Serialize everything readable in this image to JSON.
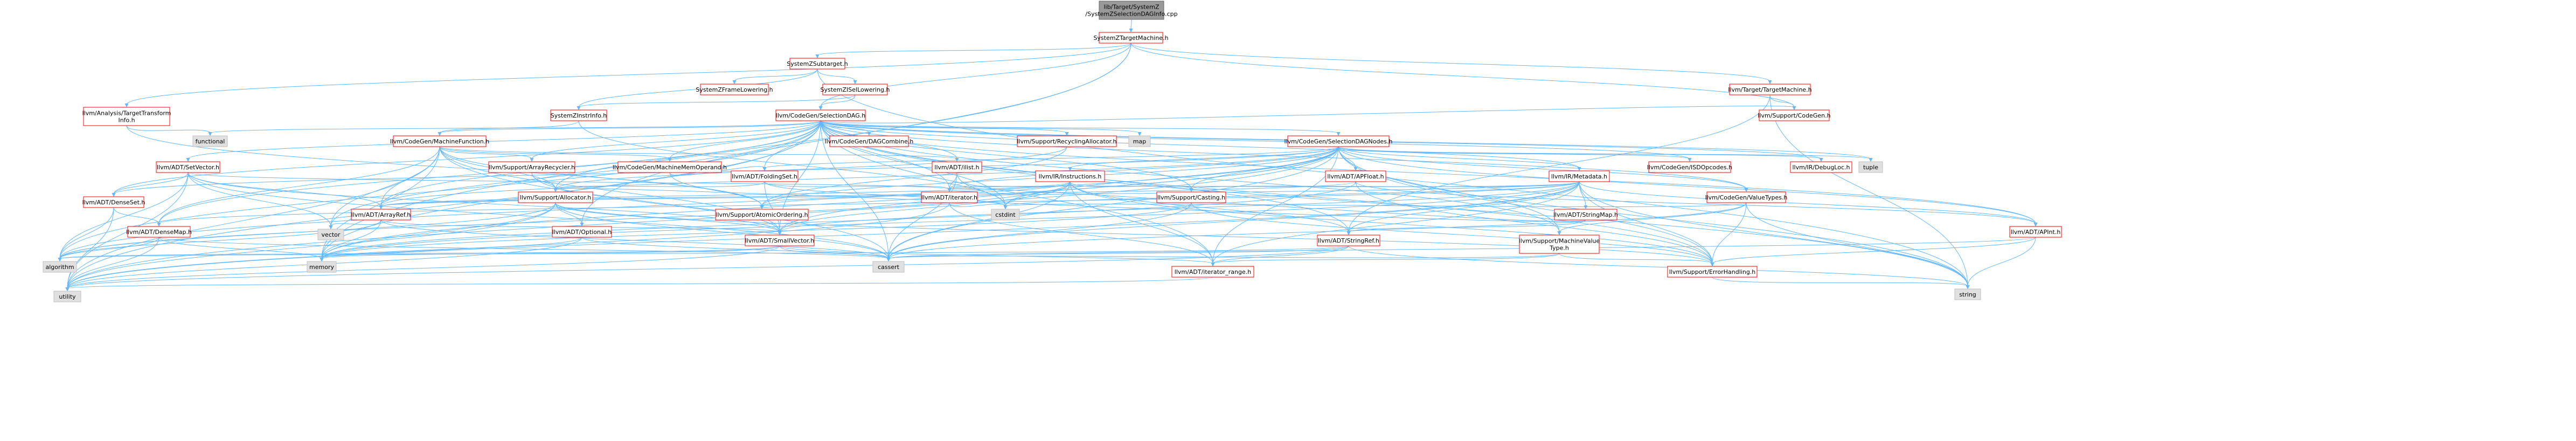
{
  "diagram": {
    "colors": {
      "edge": "#63b8ff",
      "root_fill": "#999999",
      "root_border": "#666666",
      "node_fill": "#ffffff",
      "node_border_local": "#ff0000",
      "node_border_system": "#bfbfbf",
      "node_text": "#000000",
      "system_fill": "#e0e0e0"
    },
    "nodes": [
      {
        "id": "root",
        "lines": [
          "lib/Target/SystemZ",
          "/SystemZSelectionDAGInfo.cpp"
        ],
        "kind": "root"
      },
      {
        "id": "tm",
        "lines": [
          "SystemZTargetMachine.h"
        ],
        "kind": "local"
      },
      {
        "id": "subtarget",
        "lines": [
          "SystemZSubtarget.h"
        ],
        "kind": "local"
      },
      {
        "id": "frame",
        "lines": [
          "SystemZFrameLowering.h"
        ],
        "kind": "local"
      },
      {
        "id": "isel",
        "lines": [
          "SystemZISelLowering.h"
        ],
        "kind": "local"
      },
      {
        "id": "instrinfo",
        "lines": [
          "SystemZInstrInfo.h"
        ],
        "kind": "local"
      },
      {
        "id": "tti",
        "lines": [
          "llvm/Analysis/TargetTransform",
          "Info.h"
        ],
        "kind": "local"
      },
      {
        "id": "ttm",
        "lines": [
          "llvm/Target/TargetMachine.h"
        ],
        "kind": "local"
      },
      {
        "id": "codegen",
        "lines": [
          "llvm/Support/CodeGen.h"
        ],
        "kind": "local"
      },
      {
        "id": "seldag",
        "lines": [
          "llvm/CodeGen/SelectionDAG.h"
        ],
        "kind": "local"
      },
      {
        "id": "functional",
        "lines": [
          "functional"
        ],
        "kind": "system"
      },
      {
        "id": "mf",
        "lines": [
          "llvm/CodeGen/MachineFunction.h"
        ],
        "kind": "local"
      },
      {
        "id": "dagcombine",
        "lines": [
          "llvm/CodeGen/DAGCombine.h"
        ],
        "kind": "local"
      },
      {
        "id": "recycling",
        "lines": [
          "llvm/Support/RecyclingAllocator.h"
        ],
        "kind": "local"
      },
      {
        "id": "map",
        "lines": [
          "map"
        ],
        "kind": "system"
      },
      {
        "id": "sdnodes",
        "lines": [
          "llvm/CodeGen/SelectionDAGNodes.h"
        ],
        "kind": "local"
      },
      {
        "id": "setvector",
        "lines": [
          "llvm/ADT/SetVector.h"
        ],
        "kind": "local"
      },
      {
        "id": "arrayrecycler",
        "lines": [
          "llvm/Support/ArrayRecycler.h"
        ],
        "kind": "local"
      },
      {
        "id": "mmo",
        "lines": [
          "llvm/CodeGen/MachineMemOperand.h"
        ],
        "kind": "local"
      },
      {
        "id": "ilist",
        "lines": [
          "llvm/ADT/ilist.h"
        ],
        "kind": "local"
      },
      {
        "id": "foldingset",
        "lines": [
          "llvm/ADT/FoldingSet.h"
        ],
        "kind": "local"
      },
      {
        "id": "instructions",
        "lines": [
          "llvm/IR/Instructions.h"
        ],
        "kind": "local"
      },
      {
        "id": "apfloat",
        "lines": [
          "llvm/ADT/APFloat.h"
        ],
        "kind": "local"
      },
      {
        "id": "metadata",
        "lines": [
          "llvm/IR/Metadata.h"
        ],
        "kind": "local"
      },
      {
        "id": "isdopcodes",
        "lines": [
          "llvm/CodeGen/ISDOpcodes.h"
        ],
        "kind": "local"
      },
      {
        "id": "debugloc",
        "lines": [
          "llvm/IR/DebugLoc.h"
        ],
        "kind": "local"
      },
      {
        "id": "tuple",
        "lines": [
          "tuple"
        ],
        "kind": "system"
      },
      {
        "id": "densesetn",
        "lines": [
          "llvm/ADT/DenseSet.h"
        ],
        "kind": "local"
      },
      {
        "id": "arrayref",
        "lines": [
          "llvm/ADT/ArrayRef.h"
        ],
        "kind": "local"
      },
      {
        "id": "allocator",
        "lines": [
          "llvm/Support/Allocator.h"
        ],
        "kind": "local"
      },
      {
        "id": "atomic",
        "lines": [
          "llvm/Support/AtomicOrdering.h"
        ],
        "kind": "local"
      },
      {
        "id": "iterator",
        "lines": [
          "llvm/ADT/iterator.h"
        ],
        "kind": "local"
      },
      {
        "id": "casting",
        "lines": [
          "llvm/Support/Casting.h"
        ],
        "kind": "local"
      },
      {
        "id": "stringmap",
        "lines": [
          "llvm/ADT/StringMap.h"
        ],
        "kind": "local"
      },
      {
        "id": "valuetypes",
        "lines": [
          "llvm/CodeGen/ValueTypes.h"
        ],
        "kind": "local"
      },
      {
        "id": "apint",
        "lines": [
          "llvm/ADT/APInt.h"
        ],
        "kind": "local"
      },
      {
        "id": "densemap",
        "lines": [
          "llvm/ADT/DenseMap.h"
        ],
        "kind": "local"
      },
      {
        "id": "vector",
        "lines": [
          "vector"
        ],
        "kind": "system"
      },
      {
        "id": "optional",
        "lines": [
          "llvm/ADT/Optional.h"
        ],
        "kind": "local"
      },
      {
        "id": "smallvector",
        "lines": [
          "llvm/ADT/SmallVector.h"
        ],
        "kind": "local"
      },
      {
        "id": "cstdint",
        "lines": [
          "cstdint"
        ],
        "kind": "system"
      },
      {
        "id": "stringref",
        "lines": [
          "llvm/ADT/StringRef.h"
        ],
        "kind": "local"
      },
      {
        "id": "mvt",
        "lines": [
          "llvm/Support/MachineValue",
          "Type.h"
        ],
        "kind": "local"
      },
      {
        "id": "algorithm",
        "lines": [
          "algorithm"
        ],
        "kind": "system"
      },
      {
        "id": "memory",
        "lines": [
          "memory"
        ],
        "kind": "system"
      },
      {
        "id": "cassert",
        "lines": [
          "cassert"
        ],
        "kind": "system"
      },
      {
        "id": "iterrange",
        "lines": [
          "llvm/ADT/iterator_range.h"
        ],
        "kind": "local"
      },
      {
        "id": "errorhandling",
        "lines": [
          "llvm/Support/ErrorHandling.h"
        ],
        "kind": "local"
      },
      {
        "id": "utility",
        "lines": [
          "utility"
        ],
        "kind": "system"
      },
      {
        "id": "string",
        "lines": [
          "string"
        ],
        "kind": "system"
      }
    ]
  }
}
